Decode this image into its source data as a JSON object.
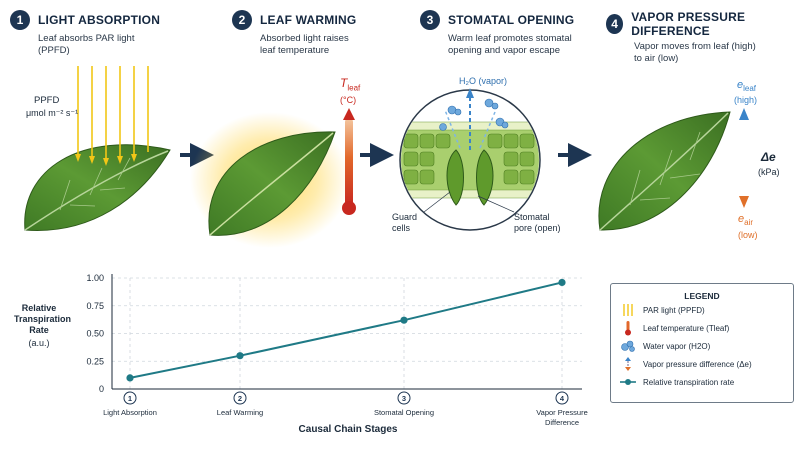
{
  "stages": [
    {
      "num": "1",
      "title": "LIGHT ABSORPTION",
      "desc": "Leaf absorbs PAR light\n(PPFD)"
    },
    {
      "num": "2",
      "title": "LEAF WARMING",
      "desc": "Absorbed light raises\nleaf temperature"
    },
    {
      "num": "3",
      "title": "STOMATAL OPENING",
      "desc": "Warm leaf promotes stomatal\nopening and vapor escape"
    },
    {
      "num": "4",
      "title": "VAPOR PRESSURE DIFFERENCE",
      "desc": "Vapor moves from leaf (high)\nto air (low)"
    }
  ],
  "labels": {
    "ppfd": "PPFD",
    "ppfd_unit": "μmol m⁻² s⁻¹",
    "tleaf_main": "T",
    "tleaf_sub": "leaf",
    "tleaf_unit": "(°C)",
    "h2o_vapor": "H₂O (vapor)",
    "guard_cells": "Guard\ncells",
    "stomatal_pore": "Stomatal\npore (open)",
    "eleaf_main": "e",
    "eleaf_sub": "leaf",
    "eleaf_level": "(high)",
    "delta_e": "Δe",
    "delta_unit": "(kPa)",
    "eair_main": "e",
    "eair_sub": "air",
    "eair_level": "(low)"
  },
  "legend": {
    "title": "LEGEND",
    "items": [
      {
        "icon": "light-rays-icon",
        "label": "PAR light (PPFD)"
      },
      {
        "icon": "thermometer-icon",
        "label": "Leaf temperature (Tleaf)"
      },
      {
        "icon": "water-vapor-icon",
        "label": "Water vapor (H2O)"
      },
      {
        "icon": "vapor-gradient-arrow-icon",
        "label": "Vapor pressure difference (Δe)"
      },
      {
        "icon": "line-marker-icon",
        "label": "Relative transpiration rate"
      }
    ]
  },
  "colors": {
    "title_navy": "#1d3552",
    "leaf_green": "#4e8b2e",
    "light_yellow": "#f2c617",
    "thermo_red": "#c8281f",
    "vapor_blue": "#3a84c9",
    "air_orange": "#e0702a",
    "series_teal": "#1f7a86"
  },
  "chart_data": {
    "type": "line",
    "title": "",
    "xlabel": "Causal Chain Stages",
    "ylabel": "Relative Transpiration Rate (a.u.)",
    "ylim": [
      0,
      1.0
    ],
    "yticks": [
      "0",
      "0.25",
      "0.50",
      "0.75",
      "1.00"
    ],
    "categories": [
      "Light Absorption",
      "Leaf Warming",
      "Stomatal Opening",
      "Vapor Pressure Difference"
    ],
    "category_nums": [
      "1",
      "2",
      "3",
      "4"
    ],
    "x": [
      0.5,
      1,
      2,
      3
    ],
    "series": [
      {
        "values": [
          0.1,
          0.3,
          0.62,
          0.96
        ]
      }
    ],
    "grid": true
  }
}
